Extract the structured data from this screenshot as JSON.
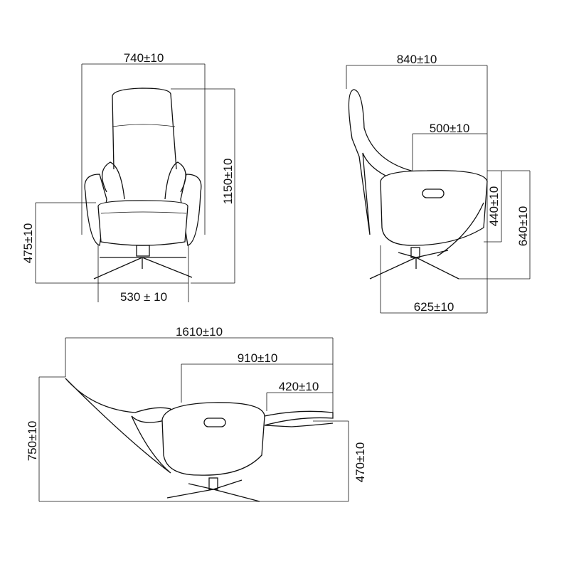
{
  "front_view": {
    "width": "740±10",
    "height": "1150±10",
    "seat_height": "475±10",
    "seat_width": "530 ± 10"
  },
  "side_view": {
    "depth": "840±10",
    "seat_depth": "500±10",
    "armrest_height": "440±10",
    "arm_top_height": "640±10",
    "base_depth": "625±10"
  },
  "reclined_view": {
    "total_length": "1610±10",
    "seat_to_foot": "910±10",
    "footrest": "420±10",
    "height": "750±10",
    "footrest_height": "470±10"
  }
}
